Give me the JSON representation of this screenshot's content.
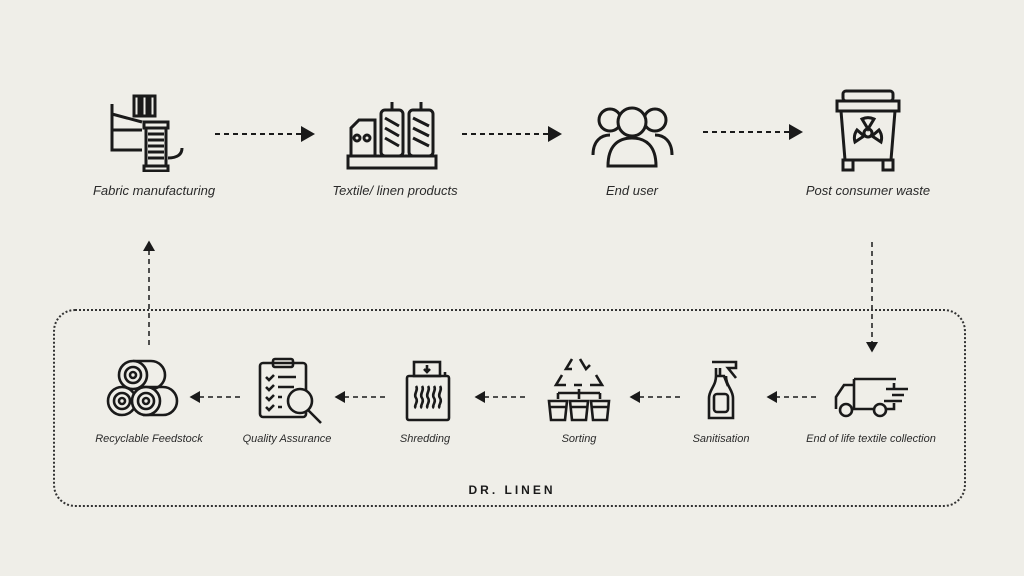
{
  "top_row": [
    {
      "label": "Fabric manufacturing",
      "icon": "factory-spool-icon"
    },
    {
      "label": "Textile/ linen products",
      "icon": "thread-spools-machine-icon"
    },
    {
      "label": "End user",
      "icon": "users-group-icon"
    },
    {
      "label": "Post consumer waste",
      "icon": "waste-bin-icon"
    }
  ],
  "bottom_row": [
    {
      "label": "Recyclable Feedstock",
      "icon": "fabric-rolls-icon"
    },
    {
      "label": "Quality Assurance",
      "icon": "clipboard-magnifier-icon"
    },
    {
      "label": "Shredding",
      "icon": "shredder-icon"
    },
    {
      "label": "Sorting",
      "icon": "recycle-sort-icon"
    },
    {
      "label": "Sanitisation",
      "icon": "spray-bottle-icon"
    },
    {
      "label": "End of life textile collection",
      "icon": "delivery-truck-icon"
    }
  ],
  "group_label": "DR. LINEN",
  "colors": {
    "background": "#efeee8",
    "ink": "#1a1a1a"
  }
}
